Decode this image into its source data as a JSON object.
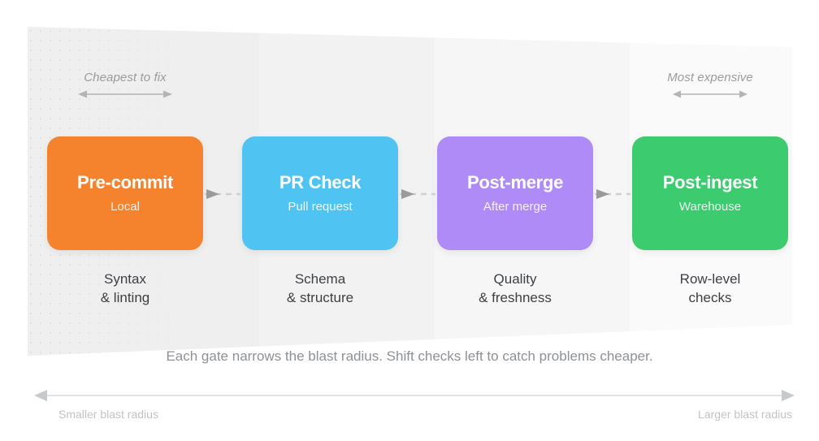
{
  "diagram": {
    "title_summary": "Each gate narrows the blast radius. Shift checks left to catch problems cheaper.",
    "ranges": [
      {
        "id": "cheapest",
        "label": "Cheapest to fix"
      },
      {
        "id": "most-expensive",
        "label": "Most expensive"
      }
    ],
    "stages": [
      {
        "title": "Pre-commit",
        "subtitle": "Local",
        "caption_line1": "Syntax",
        "caption_line2": "& linting",
        "color": "#F5822C"
      },
      {
        "title": "PR Check",
        "subtitle": "Pull request",
        "caption_line1": "Schema",
        "caption_line2": "& structure",
        "color": "#4FC3F2"
      },
      {
        "title": "Post-merge",
        "subtitle": "After merge",
        "caption_line1": "Quality",
        "caption_line2": "& freshness",
        "color": "#AE8BF7"
      },
      {
        "title": "Post-ingest",
        "subtitle": "Warehouse",
        "caption_line1": "Row-level",
        "caption_line2": "checks",
        "color": "#3CCB6E"
      }
    ],
    "axis": {
      "left_label": "Smaller blast radius",
      "right_label": "Larger blast radius",
      "line_color": "#D8DADC"
    },
    "palette": {
      "funnel_band_1": "#EFEFEF",
      "funnel_band_2": "#F2F2F2",
      "funnel_band_3": "#F6F6F6",
      "funnel_band_4": "#FAFAFA",
      "annotation_gray": "#9b9b9b",
      "caption_gray": "#8d9196",
      "text_dark": "#3c3f44"
    }
  }
}
